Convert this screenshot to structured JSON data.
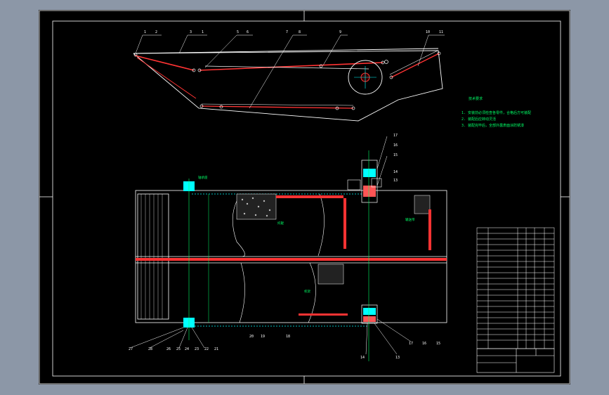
{
  "top_view_labels": [
    "1",
    "2",
    "3",
    "1",
    "5",
    "6",
    "7",
    "8",
    "9",
    "10",
    "11"
  ],
  "notes": {
    "title": "技术要求",
    "lines": [
      "1. 安装前必须检查各零件，合格后方可装配",
      "2. 装配后应转动灵活",
      "3. 装配完毕后，全部外露表面涂防锈漆"
    ]
  },
  "plan_view_labels": {
    "left_tag": "轴承座",
    "center_tag": "托辊",
    "right_tag": "输送带",
    "lower_tag": "机架",
    "top_callouts": [
      "17",
      "16",
      "15",
      "14",
      "13"
    ],
    "bottom_left": [
      "27",
      "28",
      "26",
      "25",
      "24",
      "23",
      "22",
      "21"
    ],
    "bottom_mid": [
      "20",
      "19",
      "18"
    ],
    "bottom_right": [
      "17",
      "16",
      "15"
    ],
    "bottom_under": [
      "14",
      "13"
    ]
  },
  "colors": {
    "frame": "#ffffff",
    "belt": "#ff3333",
    "hatch": "#ff5555",
    "dim": "#00ff66",
    "part": "#00ffff",
    "background": "#000000",
    "border": "#8c97a7"
  }
}
